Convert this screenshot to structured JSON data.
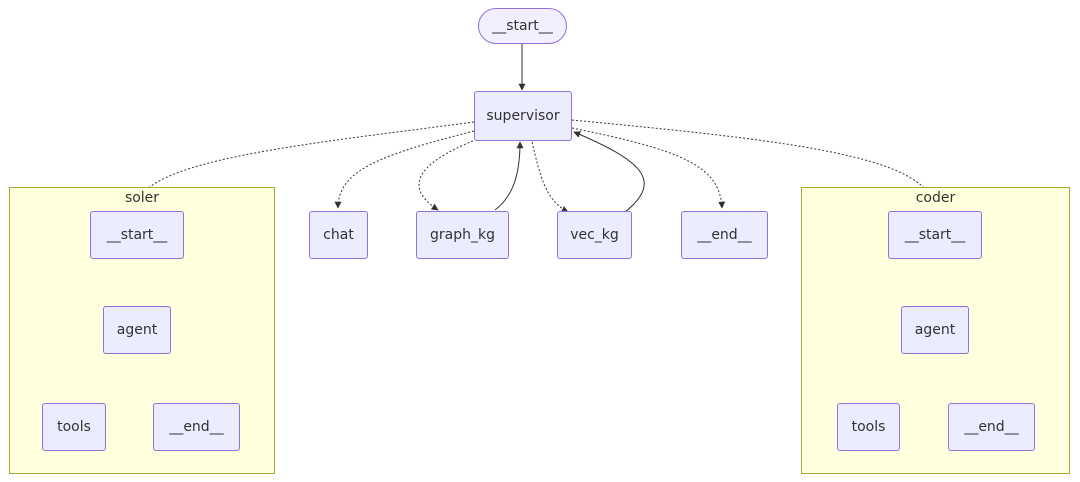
{
  "diagram": {
    "top": {
      "start": "__start__",
      "supervisor": "supervisor",
      "chat": "chat",
      "graph_kg": "graph_kg",
      "vec_kg": "vec_kg",
      "end": "__end__"
    },
    "solver": {
      "title": "soler",
      "start": "__start__",
      "agent": "agent",
      "tools": "tools",
      "end": "__end__"
    },
    "coder": {
      "title": "coder",
      "start": "__start__",
      "agent": "agent",
      "tools": "tools",
      "end": "__end__"
    }
  },
  "colors": {
    "node_fill": "#ECECFF",
    "node_border": "#9370DB",
    "cluster_fill": "#ffffde",
    "cluster_border": "#aaaa33",
    "edge": "#333333"
  }
}
